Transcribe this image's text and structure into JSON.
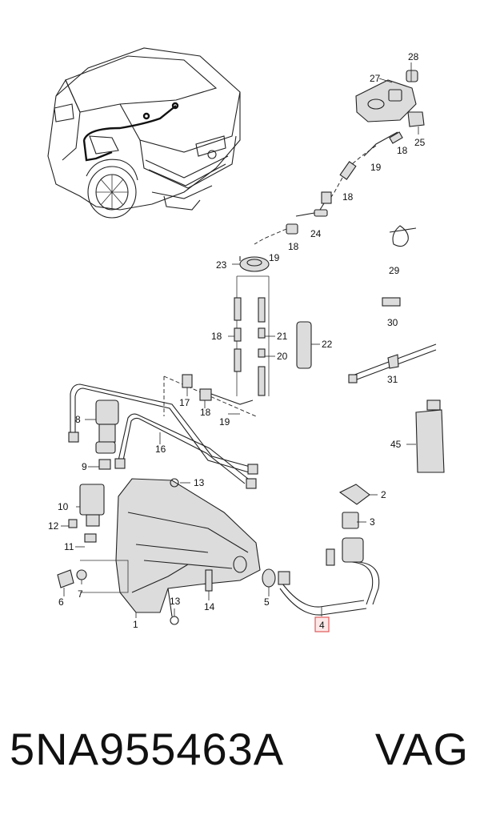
{
  "callouts": {
    "c1": "1",
    "c2": "2",
    "c3": "3",
    "c4": "4",
    "c5": "5",
    "c6": "6",
    "c7": "7",
    "c8": "8",
    "c9": "9",
    "c10": "10",
    "c11": "11",
    "c12": "12",
    "c13a": "13",
    "c13b": "13",
    "c14": "14",
    "c16": "16",
    "c17": "17",
    "c18a": "18",
    "c18b": "18",
    "c18c": "18",
    "c18d": "18",
    "c18e": "18",
    "c19a": "19",
    "c19b": "19",
    "c19c": "19",
    "c20": "20",
    "c21": "21",
    "c22": "22",
    "c23": "23",
    "c24": "24",
    "c25": "25",
    "c27": "27",
    "c28": "28",
    "c29": "29",
    "c30": "30",
    "c31": "31",
    "c45": "45"
  },
  "caption": {
    "part_number": "5NA955463A",
    "brand": "VAG"
  },
  "colors": {
    "highlight_box": "#e05a5a",
    "line": "#222222"
  }
}
